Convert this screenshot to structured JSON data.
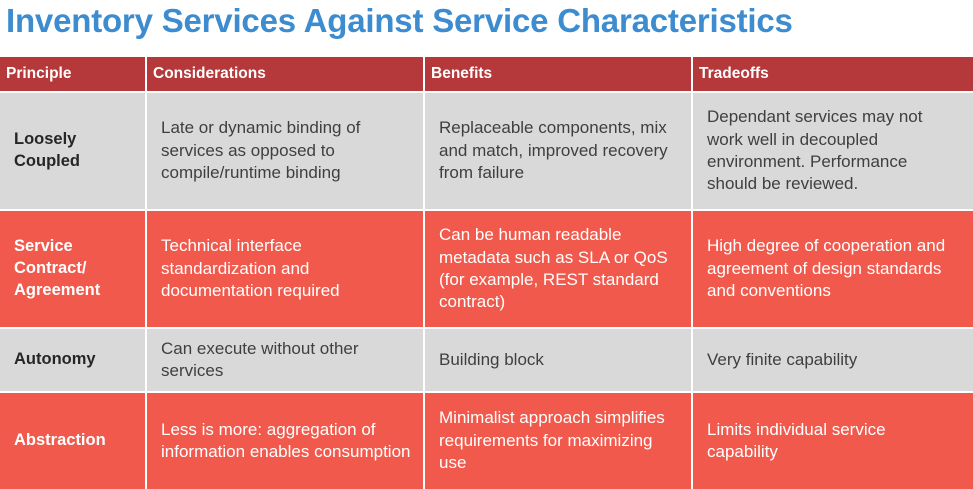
{
  "slide": {
    "title": "Inventory Services Against Service Characteristics"
  },
  "colors": {
    "title": "#3C8CCF",
    "header_bg": "#B5393A",
    "row_gray_bg": "#D9D9D9",
    "row_red_bg": "#F0594B",
    "gray_text": "#3F3F3F",
    "white_text": "#FFFFFF"
  },
  "table": {
    "headers": [
      "Principle",
      "Considerations",
      "Benefits",
      "Tradeoffs"
    ],
    "rows": [
      {
        "style": "gray",
        "principle": "Loosely Coupled",
        "considerations": "Late or dynamic binding of services as opposed to compile/runtime binding",
        "benefits": "Replaceable components, mix and match, improved recovery from failure",
        "tradeoffs": "Dependant services may not work well in decoupled environment. Performance should be reviewed."
      },
      {
        "style": "red",
        "principle": "Service Contract/ Agreement",
        "considerations": "Technical interface standardization and documentation required",
        "benefits": "Can be human readable metadata such as SLA or QoS (for example, REST standard contract)",
        "tradeoffs": "High degree of cooperation and agreement of design standards and conventions"
      },
      {
        "style": "gray",
        "principle": "Autonomy",
        "considerations": "Can execute without other services",
        "benefits": "Building block",
        "tradeoffs": "Very finite capability"
      },
      {
        "style": "red",
        "principle": "Abstraction",
        "considerations": "Less is more: aggregation of information enables consumption",
        "benefits": "Minimalist approach simplifies requirements for maximizing use",
        "tradeoffs": "Limits individual service capability"
      }
    ]
  }
}
